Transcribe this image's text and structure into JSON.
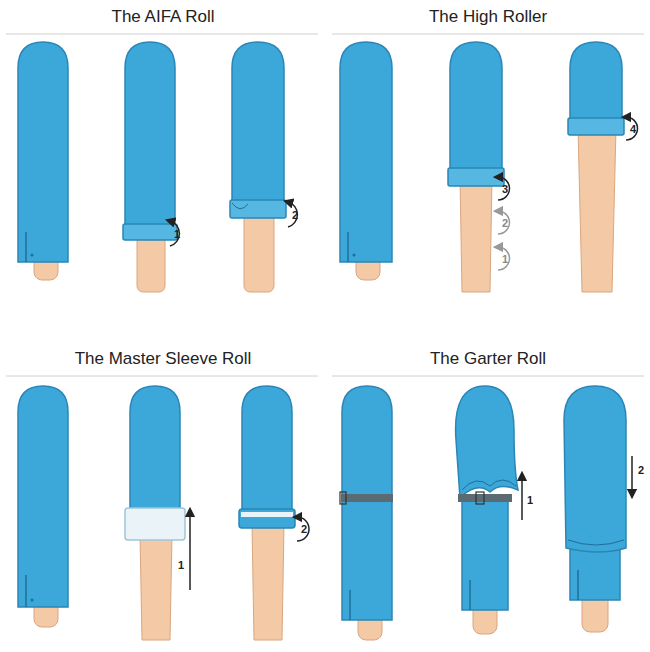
{
  "diagram": {
    "labels": [
      "The AIFA Roll",
      "1",
      "2",
      "The High Roller",
      "1",
      "2",
      "3",
      "4",
      "The Master Sleeve Roll",
      "1",
      "2",
      "The Garter Roll",
      "1",
      "2"
    ]
  }
}
